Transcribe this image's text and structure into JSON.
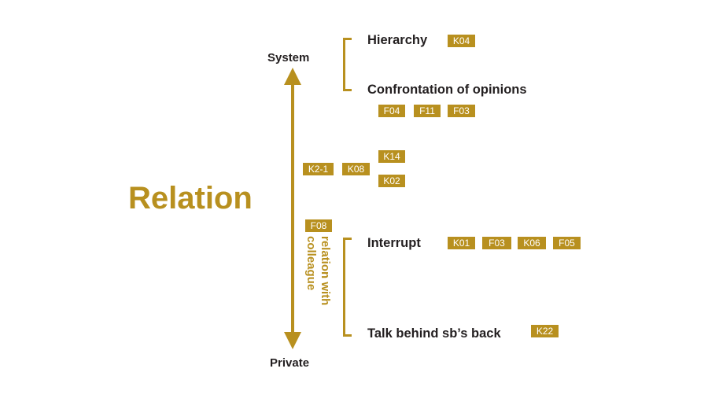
{
  "title": "Relation",
  "axis": {
    "top_label": "System",
    "bottom_label": "Private"
  },
  "side_label_lines": [
    "relation with",
    "colleague"
  ],
  "items": {
    "hierarchy": {
      "label": "Hierarchy",
      "tags": [
        "K04"
      ]
    },
    "confrontation": {
      "label": "Confrontation of opinions",
      "tags": [
        "F04",
        "F11",
        "F03"
      ]
    },
    "middle": {
      "tags": [
        "K2-1",
        "K08",
        "K14",
        "K02"
      ]
    },
    "colleague_tag": "F08",
    "interrupt": {
      "label": "Interrupt",
      "tags": [
        "K01",
        "F03",
        "K06",
        "F05"
      ]
    },
    "talk_behind": {
      "label": "Talk behind sb’s back",
      "tags": [
        "K22"
      ]
    }
  },
  "colors": {
    "accent": "#b8901f",
    "text": "#231f20"
  }
}
